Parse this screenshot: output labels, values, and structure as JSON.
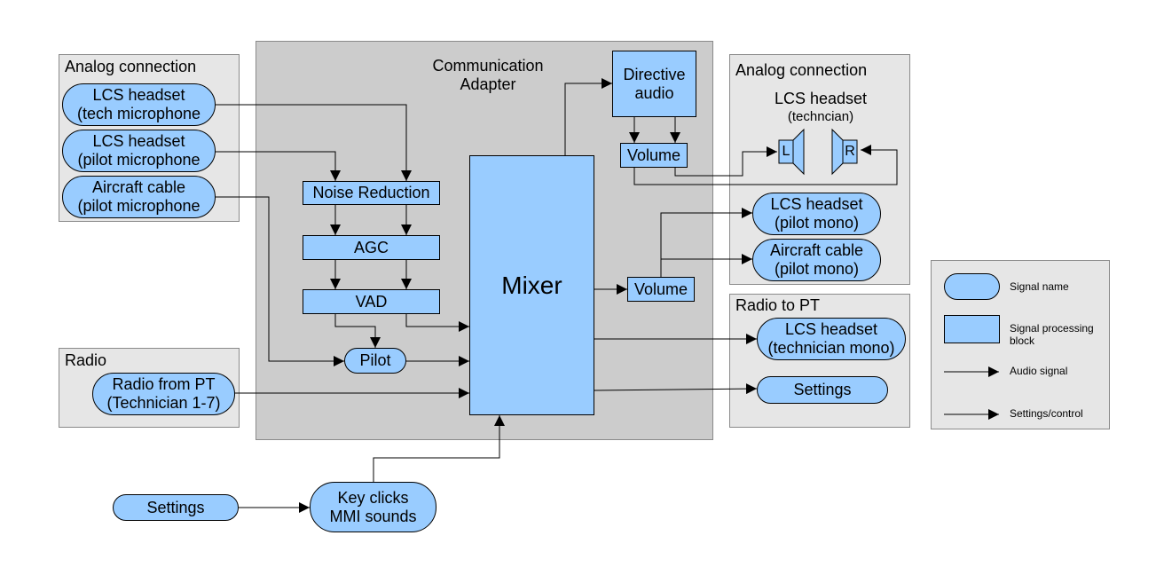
{
  "adapter": {
    "title_line1": "Communication",
    "title_line2": "Adapter",
    "mixer": "Mixer"
  },
  "analog_in": {
    "title": "Analog connection",
    "lcs_tech_mic": [
      "LCS headset",
      "(tech microphone"
    ],
    "lcs_pilot_mic": [
      "LCS headset",
      "(pilot microphone"
    ],
    "aircraft_pilot_mic": [
      "Aircraft cable",
      "(pilot microphone"
    ]
  },
  "processing": {
    "noise_reduction": "Noise Reduction",
    "agc": "AGC",
    "vad": "VAD",
    "pilot": "Pilot",
    "directive_audio": [
      "Directive",
      "audio"
    ],
    "volume_top": "Volume",
    "volume_mid": "Volume"
  },
  "radio_in": {
    "title": "Radio",
    "radio_from_pt": [
      "Radio from PT",
      "(Technician 1-7)"
    ]
  },
  "analog_out": {
    "title": "Analog connection",
    "headset_title": "LCS headset",
    "headset_subtitle": "(techncian)",
    "left": "L",
    "right": "R",
    "lcs_pilot_mono": [
      "LCS headset",
      "(pilot mono)"
    ],
    "aircraft_pilot_mono": [
      "Aircraft cable",
      "(pilot mono)"
    ]
  },
  "radio_to_pt": {
    "title": "Radio to PT",
    "lcs_technician_mono": [
      "LCS headset",
      "(technician mono)"
    ],
    "settings": "Settings"
  },
  "bottom": {
    "settings": "Settings",
    "key_clicks": [
      "Key clicks",
      "MMI sounds"
    ]
  },
  "legend": {
    "signal_name": "Signal name",
    "processing_block": [
      "Signal processing",
      "block"
    ],
    "audio_signal": "Audio signal",
    "settings_control": "Settings/control"
  },
  "colors": {
    "node_fill": "#99ccff",
    "group_fill": "#e6e6e6",
    "adapter_fill": "#cccccc"
  }
}
